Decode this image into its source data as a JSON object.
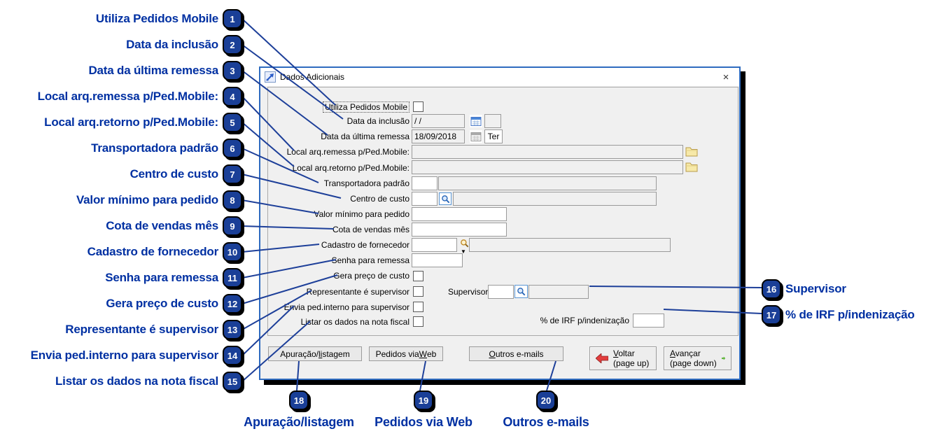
{
  "colors": {
    "callout_text": "#0030a2",
    "badge_fill": "#1a3f97",
    "leader_line": "#1d3f99",
    "window_border": "#2e6bc0",
    "back_arrow_red": "#e23d3d",
    "forward_arrow_green": "#66c23c",
    "dialog_bg": "#f0f0f0"
  },
  "icons": {
    "close": "×",
    "dropdown_arrow": "▼"
  },
  "dialog": {
    "title": "Dados Adicionais",
    "rows": {
      "utiliza": {
        "label": "Utiliza Pedidos Mobile"
      },
      "inclusao": {
        "label": "Data da inclusão",
        "value": " /  /"
      },
      "ultima": {
        "label": "Data da última remessa",
        "value": "18/09/2018",
        "weekday": "Ter"
      },
      "local_remessa": {
        "label": "Local arq.remessa p/Ped.Mobile:"
      },
      "local_retorno": {
        "label": "Local arq.retorno p/Ped.Mobile:"
      },
      "transportadora": {
        "label": "Transportadora padrão"
      },
      "centro_custo": {
        "label": "Centro de custo"
      },
      "valor_minimo": {
        "label": "Valor mínimo para pedido"
      },
      "cota_vendas": {
        "label": "Cota de vendas mês"
      },
      "fornecedor": {
        "label": "Cadastro de fornecedor"
      },
      "senha": {
        "label": "Senha para remessa"
      },
      "gera_preco": {
        "label": "Gera preço de custo"
      },
      "representante": {
        "label": "Representante é supervisor"
      },
      "supervisor": {
        "label": "Supervisor"
      },
      "envia_ped": {
        "label": "Envia ped.interno para supervisor"
      },
      "listar_dados": {
        "label": "Listar os dados na nota fiscal"
      },
      "irf": {
        "label": "% de IRF p/indenização"
      }
    },
    "buttons": {
      "apuracao": {
        "pre": "Apuração/",
        "accel": "li",
        "post": "stagem"
      },
      "pedidos_web": {
        "pre": "Pedidos via ",
        "accel": "W",
        "post": "eb"
      },
      "outros": {
        "pre": "",
        "accel": "O",
        "post": "utros e-mails"
      },
      "voltar": {
        "accel": "V",
        "post": "oltar",
        "line2": "(page up)"
      },
      "avancar": {
        "accel": "A",
        "post": "vançar",
        "line2": "(page down)"
      }
    }
  },
  "callouts": {
    "left": [
      {
        "num": "1",
        "label": "Utiliza Pedidos Mobile"
      },
      {
        "num": "2",
        "label": "Data da inclusão"
      },
      {
        "num": "3",
        "label": "Data da última remessa"
      },
      {
        "num": "4",
        "label": "Local arq.remessa p/Ped.Mobile:"
      },
      {
        "num": "5",
        "label": "Local arq.retorno p/Ped.Mobile:"
      },
      {
        "num": "6",
        "label": "Transportadora padrão"
      },
      {
        "num": "7",
        "label": "Centro de custo"
      },
      {
        "num": "8",
        "label": "Valor mínimo para pedido"
      },
      {
        "num": "9",
        "label": "Cota de vendas mês"
      },
      {
        "num": "10",
        "label": "Cadastro de fornecedor"
      },
      {
        "num": "11",
        "label": "Senha para remessa"
      },
      {
        "num": "12",
        "label": "Gera preço de custo"
      },
      {
        "num": "13",
        "label": "Representante é supervisor"
      },
      {
        "num": "14",
        "label": "Envia ped.interno para supervisor"
      },
      {
        "num": "15",
        "label": "Listar os dados na nota fiscal"
      }
    ],
    "right": [
      {
        "num": "16",
        "label": "Supervisor"
      },
      {
        "num": "17",
        "label": "% de IRF p/indenização"
      }
    ],
    "bottom": [
      {
        "num": "18",
        "label": "Apuração/listagem"
      },
      {
        "num": "19",
        "label": "Pedidos via Web"
      },
      {
        "num": "20",
        "label": "Outros e-mails"
      }
    ]
  }
}
